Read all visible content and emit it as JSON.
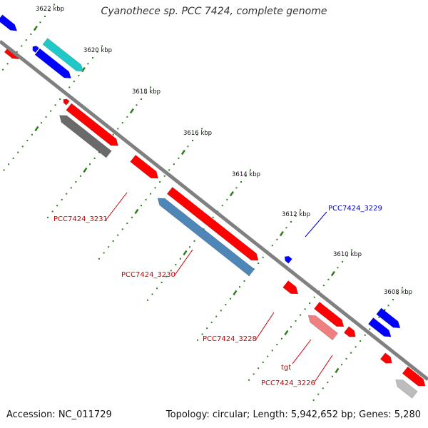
{
  "title": "Cyanothece sp. PCC 7424, complete genome",
  "accession_label": "Accession: NC_011729",
  "topology_label": "Topology: circular; Length: 5,942,652 bp; Genes: 5,280",
  "colors": {
    "backbone": "#808080",
    "tick": "#2e7d1e",
    "tick_label": "#111111",
    "red": "#ff0000",
    "blue": "#0000ff",
    "cyan": "#20c8c8",
    "gray": "#6a6a6a",
    "steel": "#4f86b8",
    "pink": "#f07f7f",
    "lightgray": "#bdbdbd",
    "label_red": "#cc0000",
    "label_blue": "#0000cc"
  },
  "ticks": [
    {
      "label": "3622 kbp"
    },
    {
      "label": "3620 kbp"
    },
    {
      "label": "3618 kbp"
    },
    {
      "label": "3616 kbp"
    },
    {
      "label": "3614 kbp"
    },
    {
      "label": "3612 kbp"
    },
    {
      "label": "3610 kbp"
    },
    {
      "label": "3608 kbp"
    }
  ],
  "gene_labels": [
    {
      "name": "PCC7424_3231",
      "color": "red"
    },
    {
      "name": "PCC7424_3230",
      "color": "red"
    },
    {
      "name": "PCC7424_3228",
      "color": "red"
    },
    {
      "name": "tgt",
      "color": "red"
    },
    {
      "name": "PCC7424_3226",
      "color": "red"
    },
    {
      "name": "PCC7424_3229",
      "color": "blue"
    }
  ]
}
